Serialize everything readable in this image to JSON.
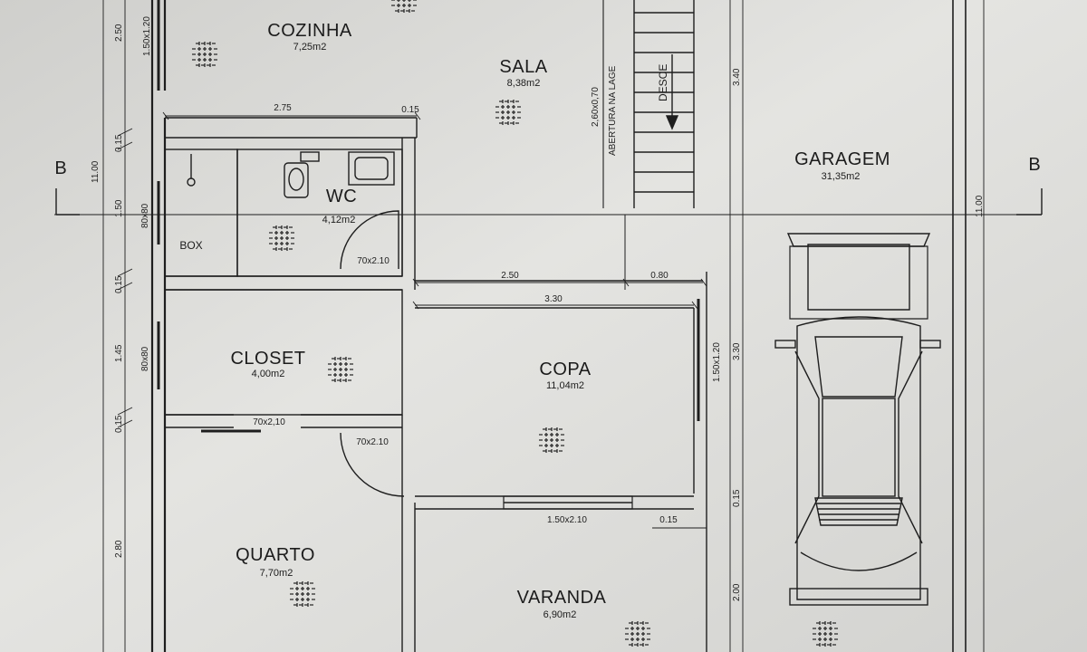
{
  "rooms": {
    "cozinha": {
      "name": "COZINHA",
      "area": "7,25m2"
    },
    "sala": {
      "name": "SALA",
      "area": "8,38m2"
    },
    "garagem": {
      "name": "GARAGEM",
      "area": "31,35m2"
    },
    "wc": {
      "name": "WC",
      "area": "4,12m2"
    },
    "box": {
      "name": "BOX"
    },
    "closet": {
      "name": "CLOSET",
      "area": "4,00m2"
    },
    "copa": {
      "name": "COPA",
      "area": "11,04m2"
    },
    "quarto": {
      "name": "QUARTO",
      "area": "7,70m2"
    },
    "varanda": {
      "name": "VARANDA",
      "area": "6,90m2"
    }
  },
  "section_mark": "B",
  "stair_label": "DESCE",
  "opening_label": "2,60x0,70",
  "opening_note": "ABERTURA NA LAGE",
  "doors": {
    "wc": "70x2.10",
    "closet": "70x2,10",
    "quarto": "70x2.10"
  },
  "windows": {
    "cozinha": "1.50x1.20",
    "box": "80x80",
    "closet": "80x80",
    "copa": "1.50x1.20",
    "varanda": "1.50x2.10"
  },
  "dimensions": {
    "left": [
      "2.50",
      "0.15",
      "1.50",
      "0.15",
      "1.45",
      "0.15",
      "2.80"
    ],
    "overall": "11.00",
    "cozinha_width": "2.75",
    "wall_top": "0.15",
    "copa_a": "2.50",
    "copa_b": "0.80",
    "copa_width": "3.30",
    "sala_height": "3.40",
    "copa_height": "3.30",
    "wall_right": "0.15",
    "varanda_wall": "0.15",
    "varanda_height": "2.00"
  }
}
